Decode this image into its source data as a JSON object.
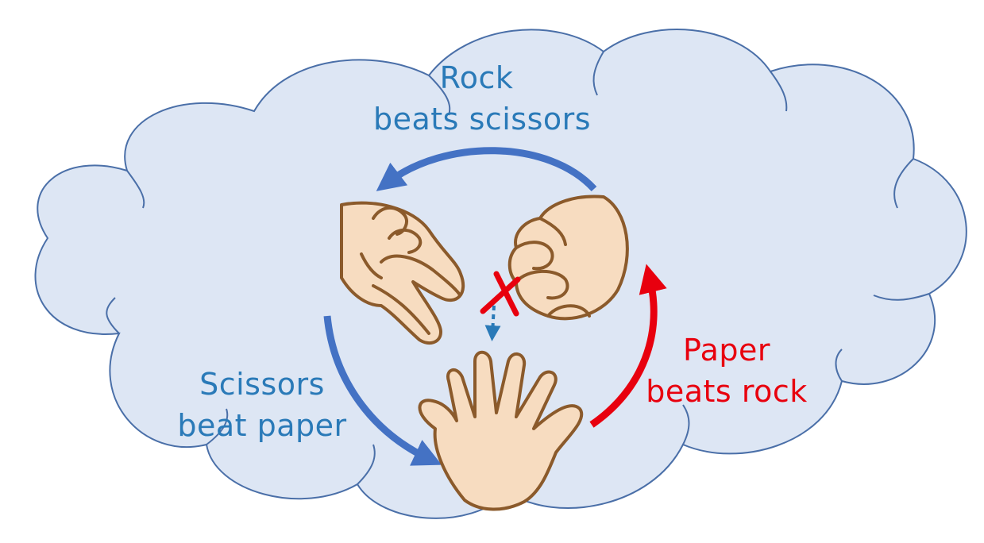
{
  "labels": {
    "rock": {
      "line1": "Rock",
      "line2": "beats scissors"
    },
    "scissors": {
      "line1": "Scissors",
      "line2": "beat paper"
    },
    "paper": {
      "line1": "Paper",
      "line2": "beats rock"
    }
  },
  "colors": {
    "cloud_fill": "#dde6f4",
    "cloud_stroke": "#4a6fa8",
    "blue_arrow": "#4472c4",
    "blue_text": "#2a7ab8",
    "red": "#e8000e",
    "skin": "#f7dcc0",
    "outline": "#8b5a2b"
  },
  "icons": [
    "scissors-hand-icon",
    "rock-fist-icon",
    "paper-hand-icon",
    "cross-mark-icon"
  ]
}
